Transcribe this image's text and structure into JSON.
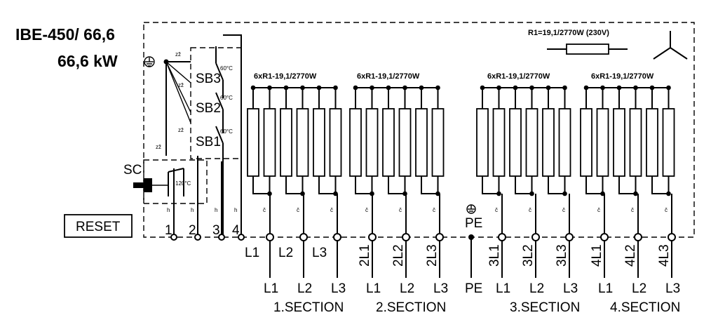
{
  "title": {
    "model": "IBE-450/ 66,6",
    "power": "66,6 kW"
  },
  "legend": {
    "resistor_spec": "R1=19,1/2770W (230V)",
    "connection": "star"
  },
  "groups": [
    {
      "spec": "6xR1-19,1/2770W"
    },
    {
      "spec": "6xR1-19,1/2770W"
    },
    {
      "spec": "6xR1-19,1/2770W"
    },
    {
      "spec": "6xR1-19,1/2770W"
    }
  ],
  "thermostats": [
    {
      "name": "SB3",
      "temp": "60°C"
    },
    {
      "name": "SB2",
      "temp": "60°C"
    },
    {
      "name": "SB1",
      "temp": "60°C"
    }
  ],
  "safety_cutout": {
    "name": "SC",
    "temp": "120°C"
  },
  "reset_label": "RESET",
  "control_terminals": [
    "1",
    "2",
    "3",
    "4"
  ],
  "wire_marks": {
    "z": "zž",
    "h": "h",
    "c": "č"
  },
  "earth": {
    "symbol": "⏚",
    "label": "PE"
  },
  "phase_labels": [
    "L1",
    "L2",
    "L3",
    "2L1",
    "2L2",
    "2L3",
    "3L1",
    "3L2",
    "3L3",
    "4L1",
    "4L2",
    "4L3"
  ],
  "bottom_labels": [
    "L1",
    "L2",
    "L3",
    "L1",
    "L2",
    "L3",
    "PE",
    "L1",
    "L2",
    "L3",
    "L1",
    "L2",
    "L3"
  ],
  "sections": [
    "1.SECTION",
    "2.SECTION",
    "3.SECTION",
    "4.SECTION"
  ]
}
